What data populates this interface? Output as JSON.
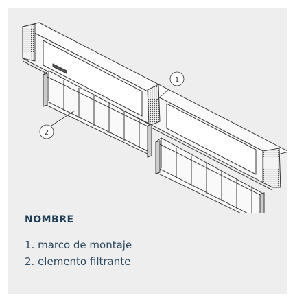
{
  "callouts": [
    {
      "number": "1"
    },
    {
      "number": "2"
    }
  ],
  "heading": "NOMBRE",
  "parts": [
    {
      "label": "1. marco de montaje"
    },
    {
      "label": "2. elemento filtrante"
    }
  ],
  "colors": {
    "card_background": "#eeeeee",
    "heading_text": "#1f3e56",
    "body_text": "#2e4a60",
    "line_art": "#3a3a3a"
  }
}
